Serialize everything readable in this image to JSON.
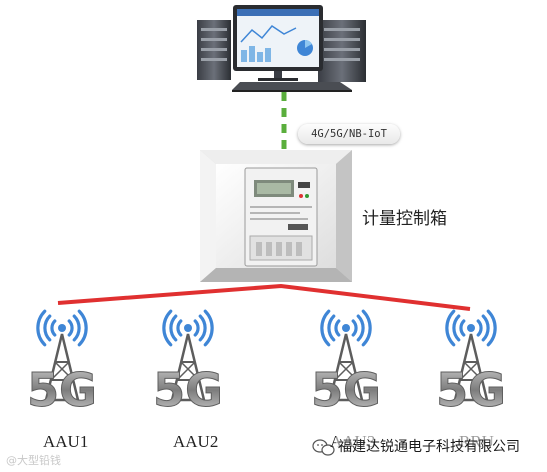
{
  "network_label": "4G/5G/NB-IoT",
  "metering_box_label": "计量控制箱",
  "stations": [
    {
      "label": "AAU1",
      "badge": "5G"
    },
    {
      "label": "AAU2",
      "badge": "5G"
    },
    {
      "label": "AAU3",
      "badge": "5G"
    },
    {
      "label": "RRU",
      "badge": "5G"
    }
  ],
  "company_name": "福建达锐通电子科技有限公司",
  "watermark": "@大型铅钱",
  "colors": {
    "power_line": "#e03030",
    "link_line": "#5aae3c",
    "signal": "#3f86d6",
    "badge": "#8a8a8a"
  }
}
